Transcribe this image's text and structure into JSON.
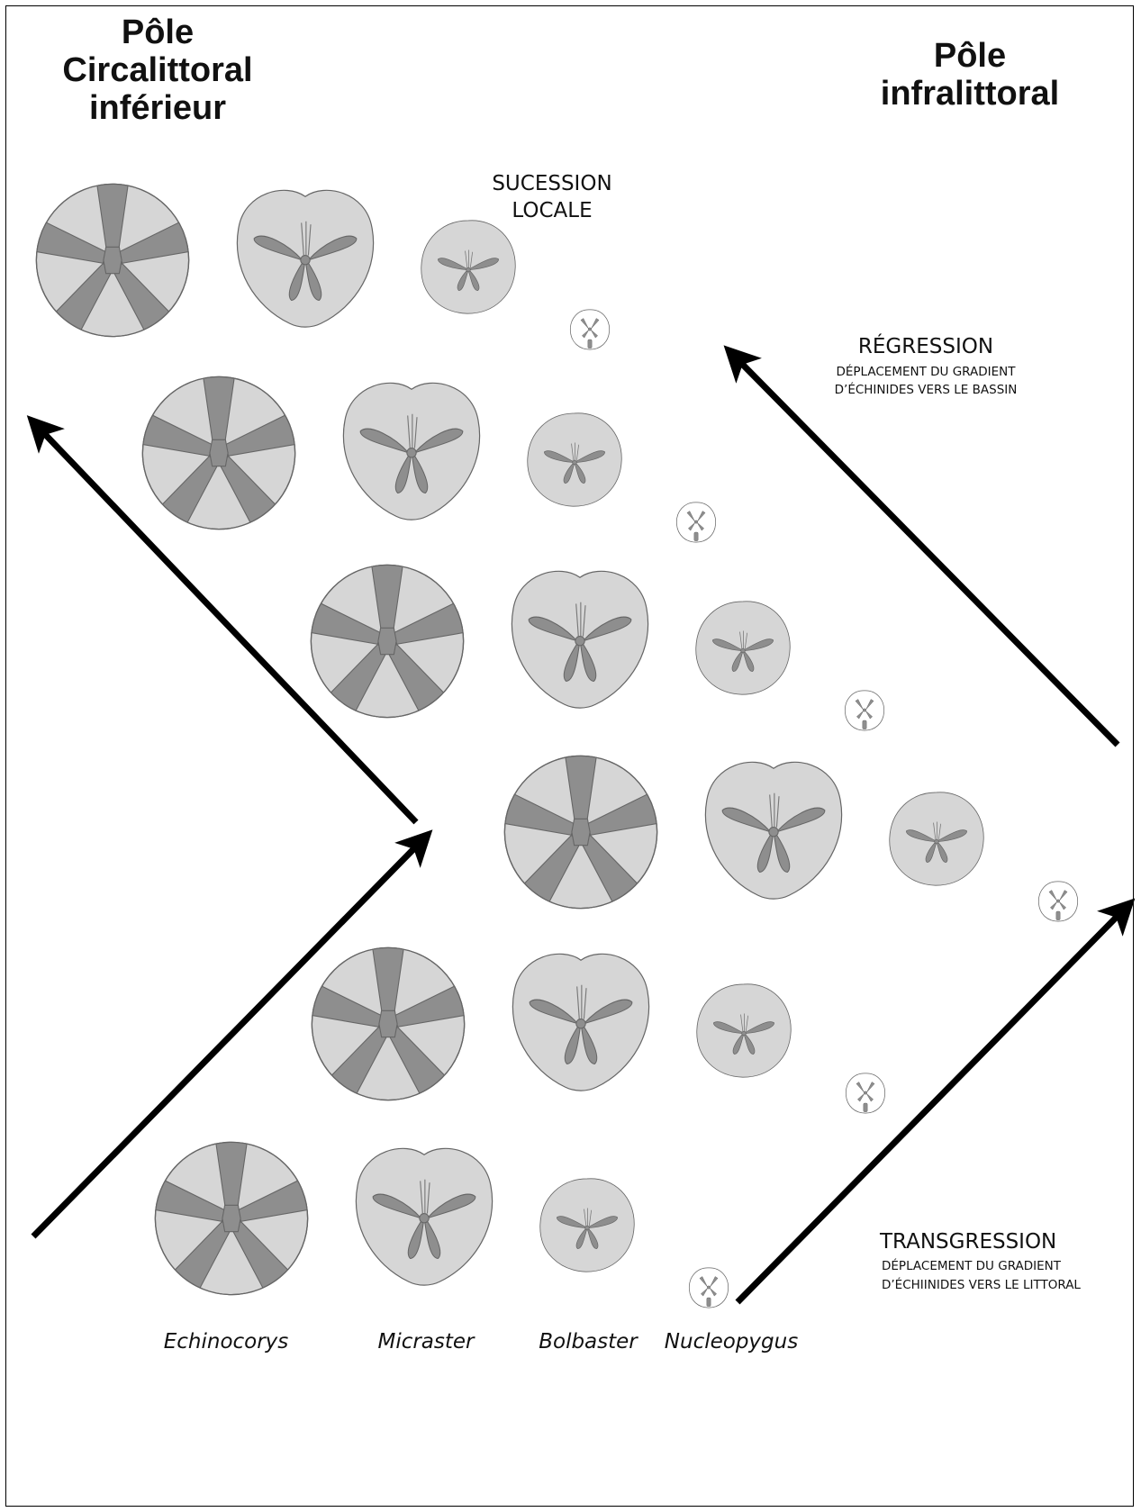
{
  "titles": {
    "left": [
      "Pôle",
      "Circalittoral",
      "inférieur"
    ],
    "right": [
      "Pôle",
      "infralittoral"
    ]
  },
  "succession": [
    "SUCESSION",
    "LOCALE"
  ],
  "regression": {
    "title": "RÉGRESSION",
    "lines": [
      "DÉPLACEMENT DU GRADIENT",
      "D’ÉCHINIDES VERS LE BASSIN"
    ]
  },
  "transgression": {
    "title": "TRANSGRESSION",
    "lines": [
      "DÉPLACEMENT DU GRADIENT",
      "D’ÉCHIINIDES VERS LE LITTORAL"
    ]
  },
  "genera": [
    "Echinocorys",
    "Micraster",
    "Bolbaster",
    "Nucleopygus"
  ],
  "colors": {
    "test_fill": "#d6d6d6",
    "petal_fill": "#8e8e8e",
    "outline": "#666666",
    "arrow": "#000000"
  }
}
